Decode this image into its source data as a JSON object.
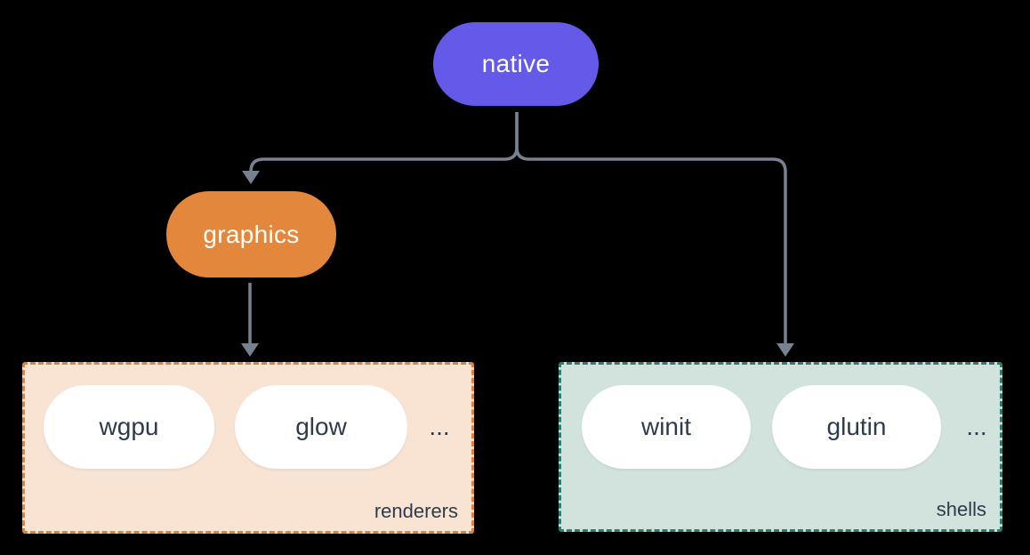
{
  "diagram": {
    "nodes": {
      "native": {
        "label": "native"
      },
      "graphics": {
        "label": "graphics"
      }
    },
    "groups": {
      "renderers": {
        "label": "renderers",
        "items": [
          "wgpu",
          "glow"
        ],
        "ellipsis": "..."
      },
      "shells": {
        "label": "shells",
        "items": [
          "winit",
          "glutin"
        ],
        "ellipsis": "..."
      }
    },
    "edges": [
      {
        "from": "native",
        "to": "graphics"
      },
      {
        "from": "native",
        "to": "shells"
      },
      {
        "from": "graphics",
        "to": "renderers"
      }
    ],
    "colors": {
      "background": "#000000",
      "native_fill": "#6459e8",
      "graphics_fill": "#e2873c",
      "renderers_bg": "#f9e4d4",
      "renderers_border": "#e0813c",
      "shells_bg": "#d2e2dc",
      "shells_border": "#2a8070",
      "pill_fill": "#ffffff",
      "dark_text": "#2d3b4d",
      "node_text": "#ffffff",
      "wire": "#76828f"
    }
  }
}
